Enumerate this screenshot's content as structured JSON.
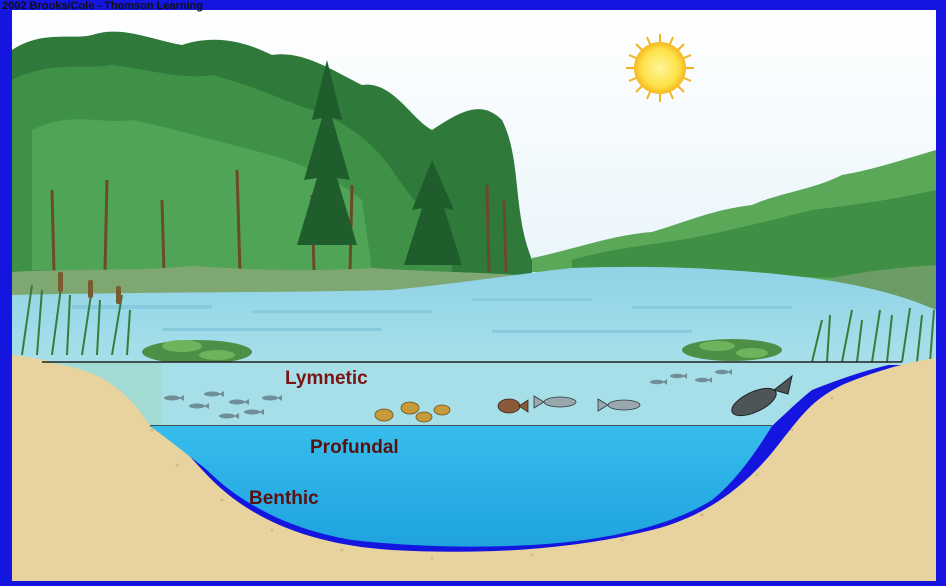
{
  "copyright": "2002 Brooks/Cole - Thomson Learning",
  "zones": {
    "lymnetic": "Lymnetic",
    "profundal": "Profundal",
    "benthic": "Benthic"
  },
  "colors": {
    "frame": "#1515e0",
    "sky": "#eef6fb",
    "shallow_water": "#a7dfe8",
    "profundal_water": "#2fb3e6",
    "sediment": "#e8d29e",
    "label": "#6b1212"
  },
  "icons": [
    "sun-icon",
    "tree-icon",
    "fish-icon",
    "lily-pad-icon",
    "reed-icon"
  ]
}
